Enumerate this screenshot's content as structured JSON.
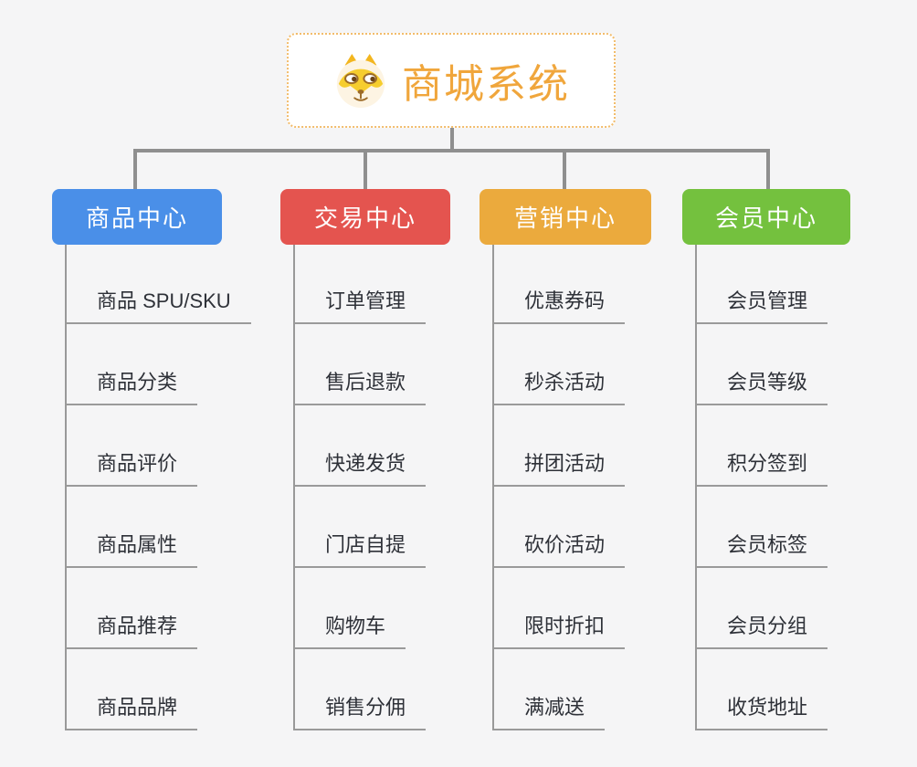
{
  "root": {
    "title": "商城系统",
    "icon": "dog-icon",
    "text_color": "#f0a63c",
    "border_color": "#f2bc6b"
  },
  "connector_color": "#8f8f8f",
  "underline_color": "#9a9a9a",
  "background_color": "#f5f5f6",
  "branches": [
    {
      "label": "商品中心",
      "color": "#4a8fe8",
      "items": [
        "商品 SPU/SKU",
        "商品分类",
        "商品评价",
        "商品属性",
        "商品推荐",
        "商品品牌"
      ]
    },
    {
      "label": "交易中心",
      "color": "#e4544f",
      "items": [
        "订单管理",
        "售后退款",
        "快递发货",
        "门店自提",
        "购物车",
        "销售分佣"
      ]
    },
    {
      "label": "营销中心",
      "color": "#ebaa3d",
      "items": [
        "优惠券码",
        "秒杀活动",
        "拼团活动",
        "砍价活动",
        "限时折扣",
        "满减送"
      ]
    },
    {
      "label": "会员中心",
      "color": "#74c13e",
      "items": [
        "会员管理",
        "会员等级",
        "积分签到",
        "会员标签",
        "会员分组",
        "收货地址"
      ]
    }
  ]
}
